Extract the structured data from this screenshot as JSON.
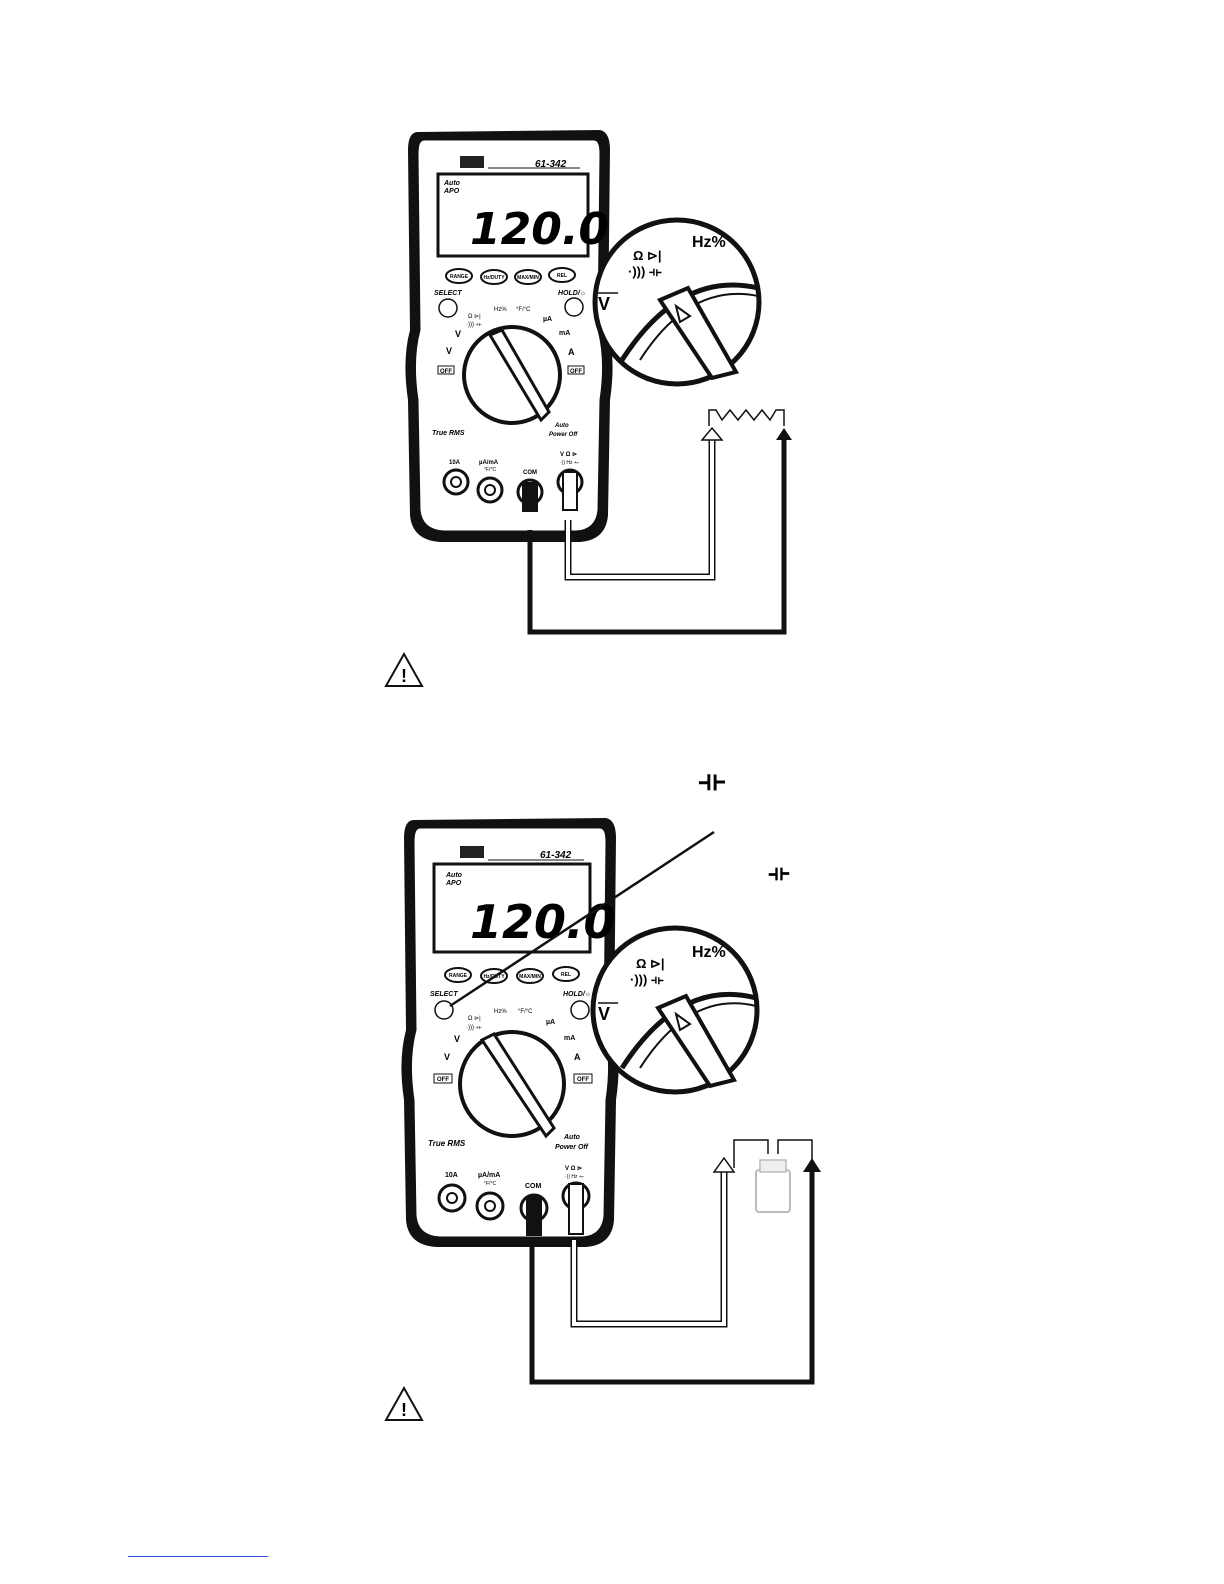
{
  "meter": {
    "model": "61-342",
    "display_reading": "120.0",
    "display_auto": "Auto",
    "display_apo": "APO",
    "buttons": [
      "RANGE",
      "Hz/DUTY",
      "MAX/MIN",
      "REL"
    ],
    "select_label": "SELECT",
    "hold_label": "HOLD/☼",
    "dial_labels": {
      "hz": "Hz%",
      "temp": "°F/°C",
      "ohm": "Ω ⊳|",
      "cap": "·))) ⫞⊦",
      "vdc": "V",
      "vac": "V",
      "ua": "µA",
      "ma": "mA",
      "a": "A",
      "off": "OFF"
    },
    "true_rms": "True RMS",
    "auto_power_off": [
      "Auto",
      "Power Off"
    ],
    "jacks": {
      "a10": "10A",
      "ua_ma": "µA/mA",
      "temp": "°F/°C",
      "com": "COM",
      "v_ohm": "V Ω ⊳",
      "v_ohm_sub": "·)) Hz ⫞⊦"
    }
  },
  "callout": {
    "hz": "Hz%",
    "ohm": "Ω ⊳|",
    "cap": "·))) ⫞⊦",
    "vdc": "V"
  },
  "figure2": {
    "cap_symbol_large": "⫞⊦",
    "cap_symbol_small": "⫞⊦"
  },
  "warnings": {
    "icon": "warning-triangle-icon",
    "text": "!"
  }
}
